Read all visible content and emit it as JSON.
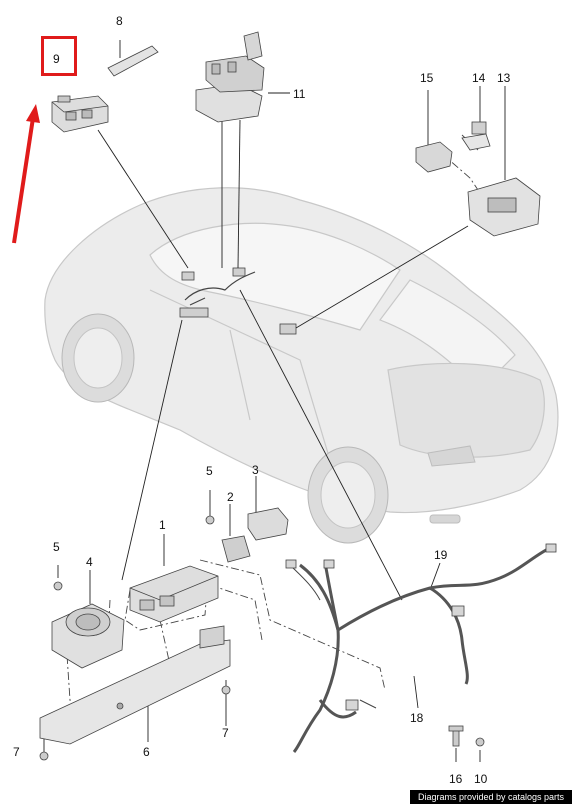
{
  "highlight_color": "#e01b1b",
  "callouts": {
    "c1": "1",
    "c2": "2",
    "c3": "3",
    "c4": "4",
    "c5a": "5",
    "c5b": "5",
    "c6": "6",
    "c7a": "7",
    "c7b": "7",
    "c8": "8",
    "c9": "9",
    "c10": "10",
    "c11": "11",
    "c13": "13",
    "c14": "14",
    "c15": "15",
    "c16": "16",
    "c18": "18",
    "c19": "19"
  },
  "credit_text": "Diagrams provided by catalogs parts"
}
